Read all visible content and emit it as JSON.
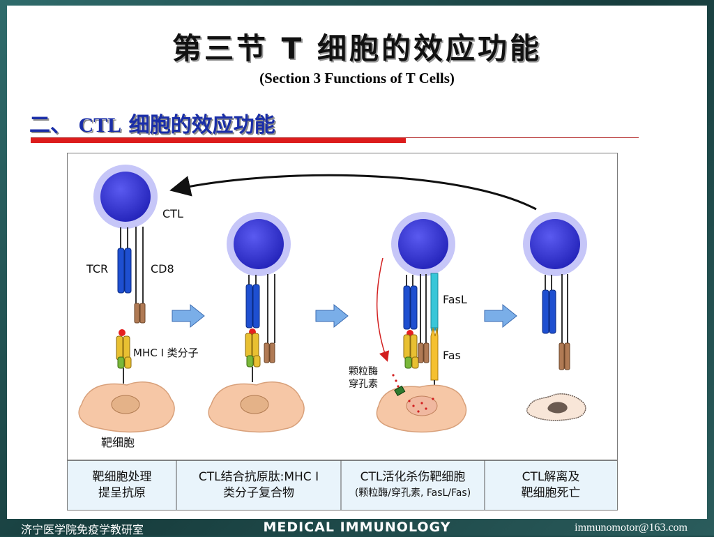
{
  "slide": {
    "title_cn": "第三节  T 细胞的效应功能",
    "title_en": "(Section 3  Functions of T Cells)",
    "heading_num": "二、",
    "heading_en": "CTL",
    "heading_cn": "细胞的效应功能"
  },
  "figure": {
    "labels": {
      "ctl": "CTL",
      "tcr": "TCR",
      "cd8": "CD8",
      "mhc": "MHC Ⅰ 类分子",
      "target": "靶细胞",
      "fasl": "FasL",
      "fas": "Fas",
      "granzyme_1": "颗粒酶",
      "granzyme_2": "穿孔素"
    },
    "captions": [
      {
        "line1": "靶细胞处理",
        "line2": "提呈抗原"
      },
      {
        "line1": "CTL结合抗原肽:MHC Ⅰ",
        "line2": "类分子复合物"
      },
      {
        "line1": "CTL活化杀伤靶细胞",
        "line2": "(颗粒酶/穿孔素, FasL/Fas)"
      },
      {
        "line1": "CTL解离及",
        "line2": "靶细胞死亡"
      }
    ]
  },
  "footer": {
    "left": "济宁医学院免疫学教研室",
    "center": "MEDICAL IMMUNOLOGY",
    "right": "immunomotor@163.com"
  },
  "colors": {
    "heading": "#1a2ea8",
    "accent_red": "#dc1c1c",
    "cell_blue": "#2f2fc8",
    "target_cell": "#f6c7a6"
  }
}
